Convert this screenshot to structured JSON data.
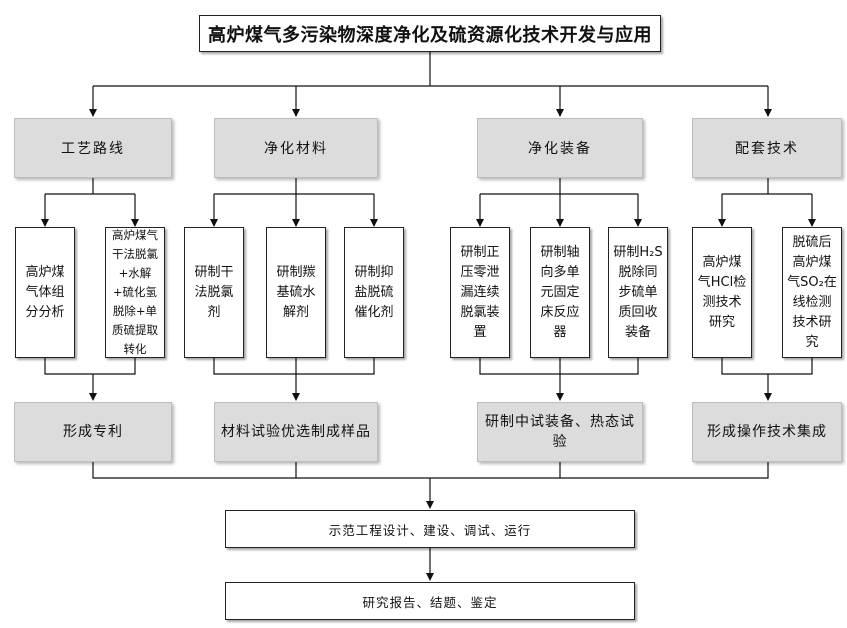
{
  "title": "高炉煤气多污染物深度净化及硫资源化技术开发与应用",
  "categories": [
    "工艺路线",
    "净化材料",
    "净化装备",
    "配套技术"
  ],
  "subitems": [
    [
      "高炉煤气体组分分析",
      "高炉煤气干法脱氯+水解+硫化氢脱除+单质硫提取转化"
    ],
    [
      "研制干法脱氯剂",
      "研制羰基硫水解剂",
      "研制抑盐脱硫催化剂"
    ],
    [
      "研制正压零泄漏连续脱氯装置",
      "研制轴向多单元固定床反应器",
      "研制H₂S脱除同步硫单质回收装备"
    ],
    [
      "高炉煤气HCl检测技术研究",
      "脱硫后高炉煤气SO₂在线检测技术研究"
    ]
  ],
  "results": [
    "形成专利",
    "材料试验优选制成样品",
    "研制中试装备、热态试验",
    "形成操作技术集成"
  ],
  "bottom": [
    "示范工程设计、建设、调试、运行",
    "研究报告、结题、鉴定"
  ]
}
